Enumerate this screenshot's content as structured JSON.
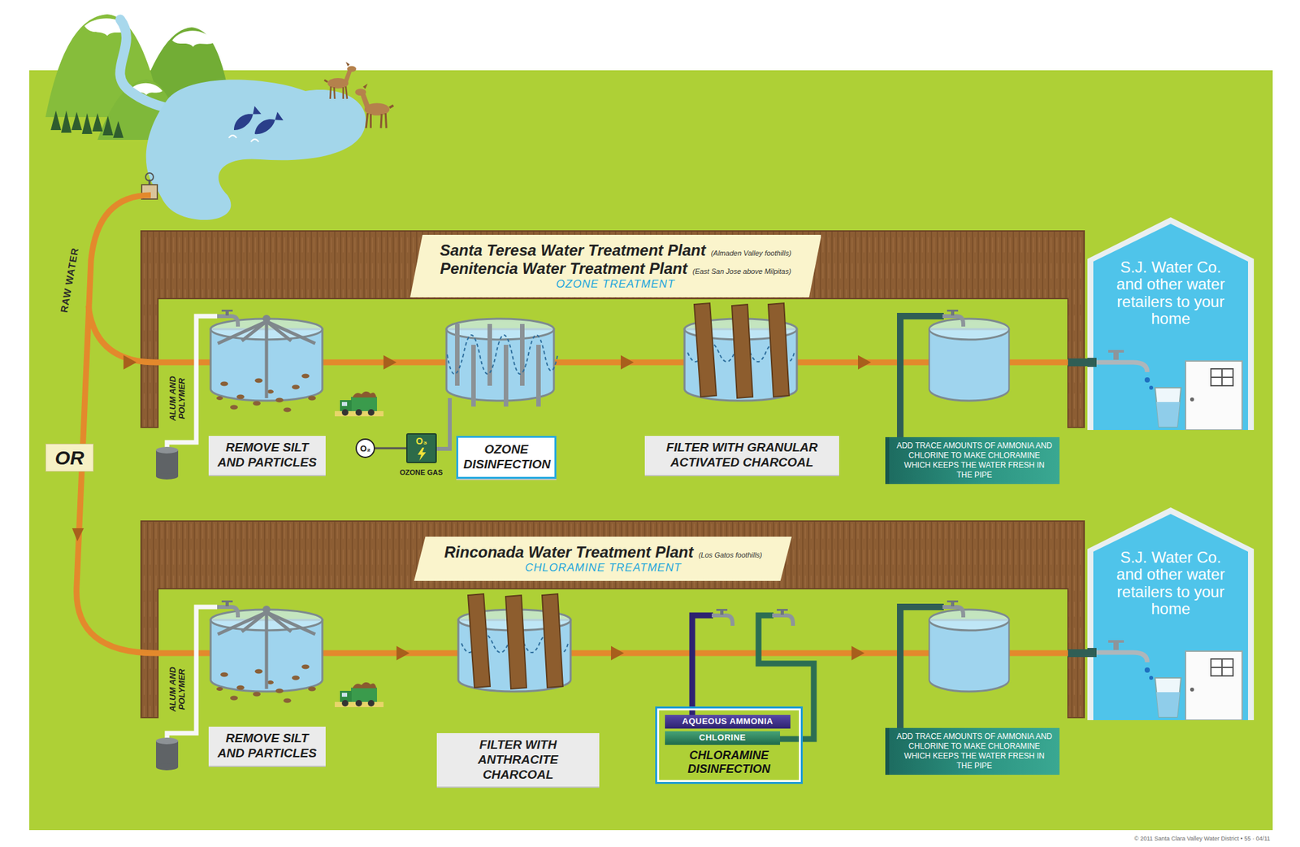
{
  "diagram": {
    "nodes": [
      {
        "text": [
          "Santa Teresa Water Treatment Plant",
          "(Almaden Valley foothills)",
          "Penitencia Water Treatment Plant",
          "(East San Jose above Milpitas)",
          "OZONE TREATMENT"
        ]
      },
      {
        "text": [
          "REMOVE SILT AND PARTICLES"
        ]
      },
      {
        "text": [
          "O₂"
        ]
      },
      {
        "text": [
          "O₃"
        ]
      },
      {
        "text": [
          "OZONE DISINFECTION"
        ]
      },
      {
        "text": [
          "FILTER WITH GRANULAR ACTIVATED CHARCOAL"
        ]
      },
      {
        "text": [
          "ADD TRACE AMOUNTS OF AMMONIA AND CHLORINE TO MAKE CHLORAMINE WHICH KEEPS THE WATER FRESH IN THE PIPE"
        ]
      },
      {
        "text": [
          "S.J. Water Co. and other water retailers to your home"
        ]
      },
      {
        "text": [
          "OR"
        ]
      },
      {
        "text": [
          "Rinconada Water Treatment Plant",
          "(Los Gatos foothills)",
          "CHLORAMINE TREATMENT"
        ]
      },
      {
        "text": [
          "REMOVE SILT AND PARTICLES"
        ]
      },
      {
        "text": [
          "FILTER WITH ANTHRACITE CHARCOAL"
        ]
      },
      {
        "text": [
          "CHLORAMINE DISINFECTION"
        ]
      },
      {
        "text": [
          "AQUEOUS AMMONIA"
        ],
        "in": 12
      },
      {
        "text": [
          "CHLORINE"
        ],
        "in": 12
      },
      {
        "text": [
          "ADD TRACE AMOUNTS OF AMMONIA AND CHLORINE TO MAKE CHLORAMINE WHICH KEEPS THE WATER FRESH IN THE PIPE"
        ]
      },
      {
        "text": [
          "S.J. Water Co. and other water retailers to your home"
        ]
      }
    ],
    "edges": [
      {
        "from": 2,
        "to": 3,
        "arrow": "none"
      }
    ],
    "labels": [
      "RAW WATER",
      "ALUM AND POLYMER",
      "OZONE GAS",
      "ALUM AND POLYMER",
      "© 2011 Santa Clara Valley Water District • 55 · 04/11"
    ]
  }
}
